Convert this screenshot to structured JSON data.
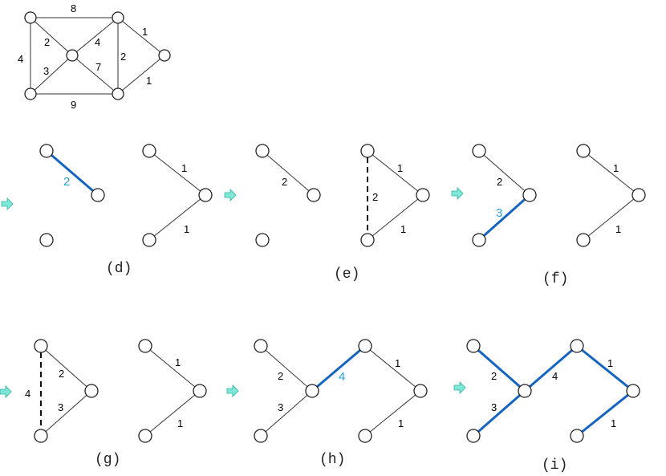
{
  "colors": {
    "highlight_edge": "#1565c0",
    "highlight_label": "#29a3d6",
    "arrow_fill": "#7fe6d8",
    "node_stroke": "#222222",
    "edge": "#333333"
  },
  "original_graph": {
    "weights": {
      "top": "8",
      "left": "4",
      "bottom": "9",
      "diag_tl": "2",
      "diag_tr": "4",
      "diag_bl": "3",
      "diag_br": "7",
      "right_vert": "2",
      "tri_top": "1",
      "tri_bot": "1"
    }
  },
  "panels": {
    "d": {
      "caption": "(d)",
      "a": {
        "edge_hi": "2"
      },
      "b": {
        "top": "1",
        "bot": "1"
      }
    },
    "e": {
      "caption": "(e)",
      "a": {
        "edge": "2"
      },
      "b": {
        "top": "1",
        "dashed": "2",
        "bot": "1"
      }
    },
    "f": {
      "caption": "(f)",
      "a": {
        "top": "2",
        "bot_hi": "3"
      },
      "b": {
        "top": "1",
        "bot": "1"
      }
    },
    "g": {
      "caption": "(g)",
      "a": {
        "dashed": "4",
        "top": "2",
        "bot": "3"
      },
      "b": {
        "top": "1",
        "bot": "1"
      }
    },
    "h": {
      "caption": "(h)",
      "left_top": "2",
      "left_bot": "3",
      "bridge_hi": "4",
      "right_top": "1",
      "right_bot": "1"
    },
    "i": {
      "caption": "(i)",
      "left_top": "2",
      "left_bot": "3",
      "bridge": "4",
      "right_top": "1",
      "right_bot": "1"
    }
  },
  "icons": [
    "step-arrow-icon"
  ]
}
